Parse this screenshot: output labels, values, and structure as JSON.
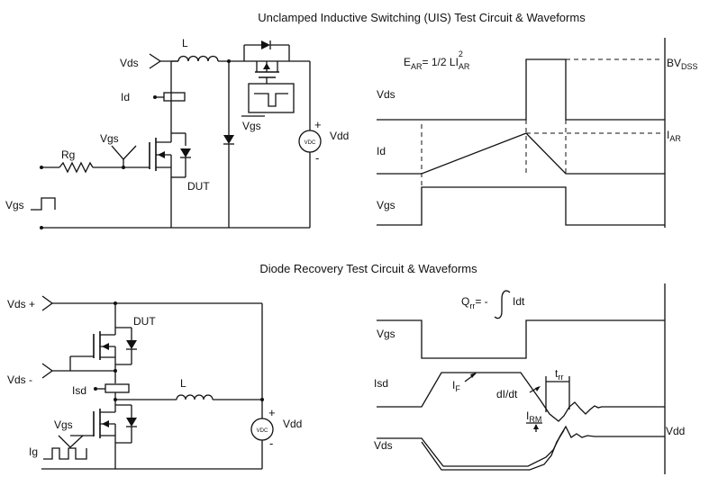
{
  "uis": {
    "title": "Unclamped Inductive Switching (UIS) Test Circuit & Waveforms",
    "circuit": {
      "vds": "Vds",
      "L": "L",
      "id": "Id",
      "vgs": "Vgs",
      "rg": "Rg",
      "dut": "DUT",
      "vgs_src": "Vgs",
      "vgs_box": "Vgs",
      "vdd": "Vdd",
      "vdc": "VDC",
      "plus": "+",
      "minus": "-"
    },
    "waves": {
      "formula": "E",
      "formula_sub": "AR",
      "formula_mid": "= 1/2 LI",
      "formula_sup": "2",
      "formula_sub2": "AR",
      "vds": "Vds",
      "id": "Id",
      "vgs": "Vgs",
      "bv": "BV",
      "bv_sub": "DSS",
      "iar": "I",
      "iar_sub": "AR"
    }
  },
  "diode": {
    "title": "Diode Recovery Test Circuit & Waveforms",
    "circuit": {
      "vds_plus": "Vds +",
      "vds_minus": "Vds -",
      "dut": "DUT",
      "isd": "Isd",
      "L": "L",
      "vgs": "Vgs",
      "ig": "Ig",
      "vdd": "Vdd",
      "vdc": "VDC",
      "plus": "+",
      "minus": "-"
    },
    "waves": {
      "formula": "Q",
      "formula_sub": "rr",
      "formula_eq": "= -",
      "formula_int": "Idt",
      "vgs": "Vgs",
      "isd": "Isd",
      "vds": "Vds",
      "if": "I",
      "if_sub": "F",
      "didt": "dI/dt",
      "trr": "t",
      "trr_sub": "rr",
      "irm": "I",
      "irm_sub": "RM",
      "vdd": "Vdd"
    }
  }
}
